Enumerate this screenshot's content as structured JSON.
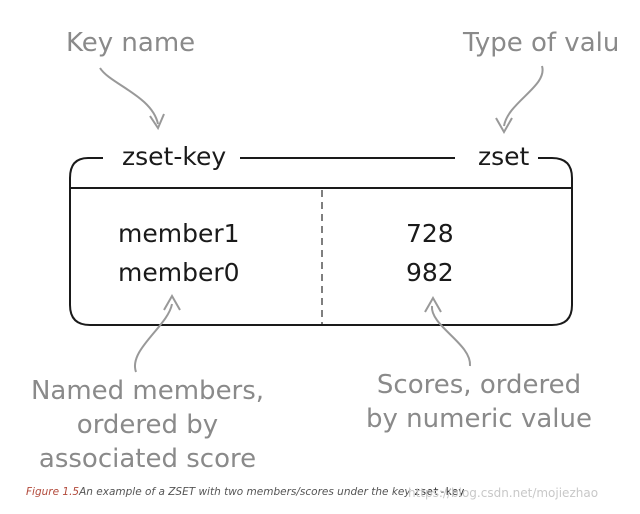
{
  "labels": {
    "key_name": "Key name",
    "type_of_value": "Type of valu",
    "members_label": [
      "Named members,",
      "ordered by",
      "associated score"
    ],
    "scores_label": [
      "Scores, ordered",
      "by numeric value"
    ]
  },
  "box": {
    "key": "zset-key",
    "type": "zset",
    "rows": [
      {
        "member": "member1",
        "score": "728"
      },
      {
        "member": "member0",
        "score": "982"
      }
    ]
  },
  "caption": {
    "figure": "Figure 1.5",
    "text_before": "An example of a ",
    "zset": "ZSET",
    "text_after": " with two members/scores under the key ",
    "key": "zset-key"
  },
  "watermark": "https://blog.csdn.net/mojiezhao",
  "colors": {
    "label_gray": "#8a8a8a",
    "line": "#1a1a1a",
    "figure_red": "#b24a3b"
  }
}
